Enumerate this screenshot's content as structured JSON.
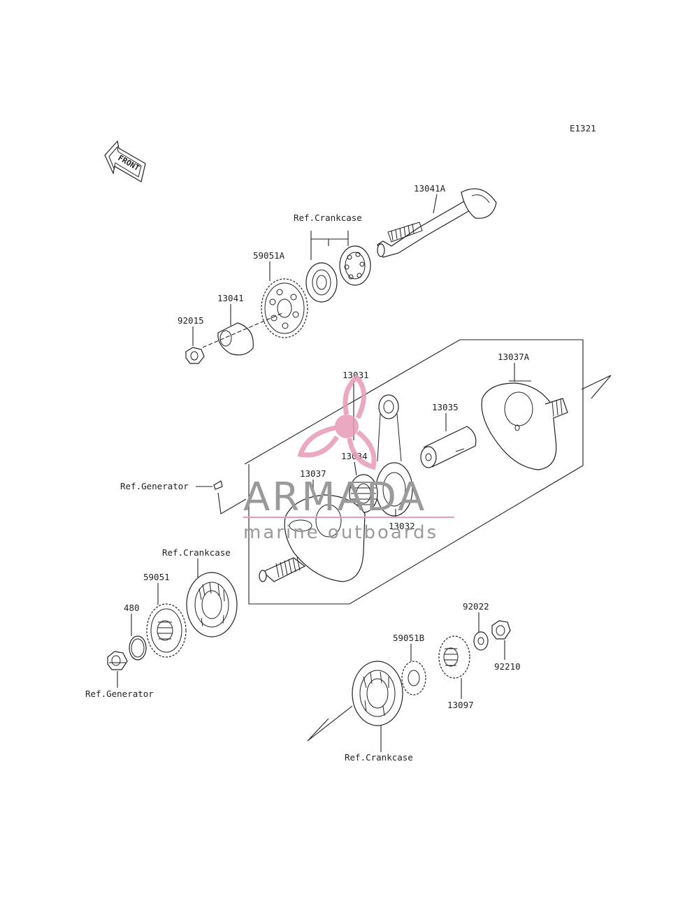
{
  "diagram": {
    "code": "E1321",
    "front_label": "FRONT",
    "parts": {
      "p13041A": "13041A",
      "ref_crankcase_top": "Ref.Crankcase",
      "p59051A": "59051A",
      "p13041": "13041",
      "p92015": "92015",
      "p13031": "13031",
      "p13037A": "13037A",
      "p13035": "13035",
      "p13034": "13034",
      "p13037": "13037",
      "ref_generator_mid": "Ref.Generator",
      "p13032": "13032",
      "ref_crankcase_mid": "Ref.Crankcase",
      "p59051": "59051",
      "p480": "480",
      "ref_generator_bottom": "Ref.Generator",
      "p92022": "92022",
      "p59051B": "59051B",
      "p92210": "92210",
      "p13097": "13097",
      "ref_crankcase_bottom": "Ref.Crankcase"
    }
  },
  "watermark": {
    "brand": "ARMADA",
    "tagline": "marine outboards",
    "accent_color": "#e89ab8"
  }
}
